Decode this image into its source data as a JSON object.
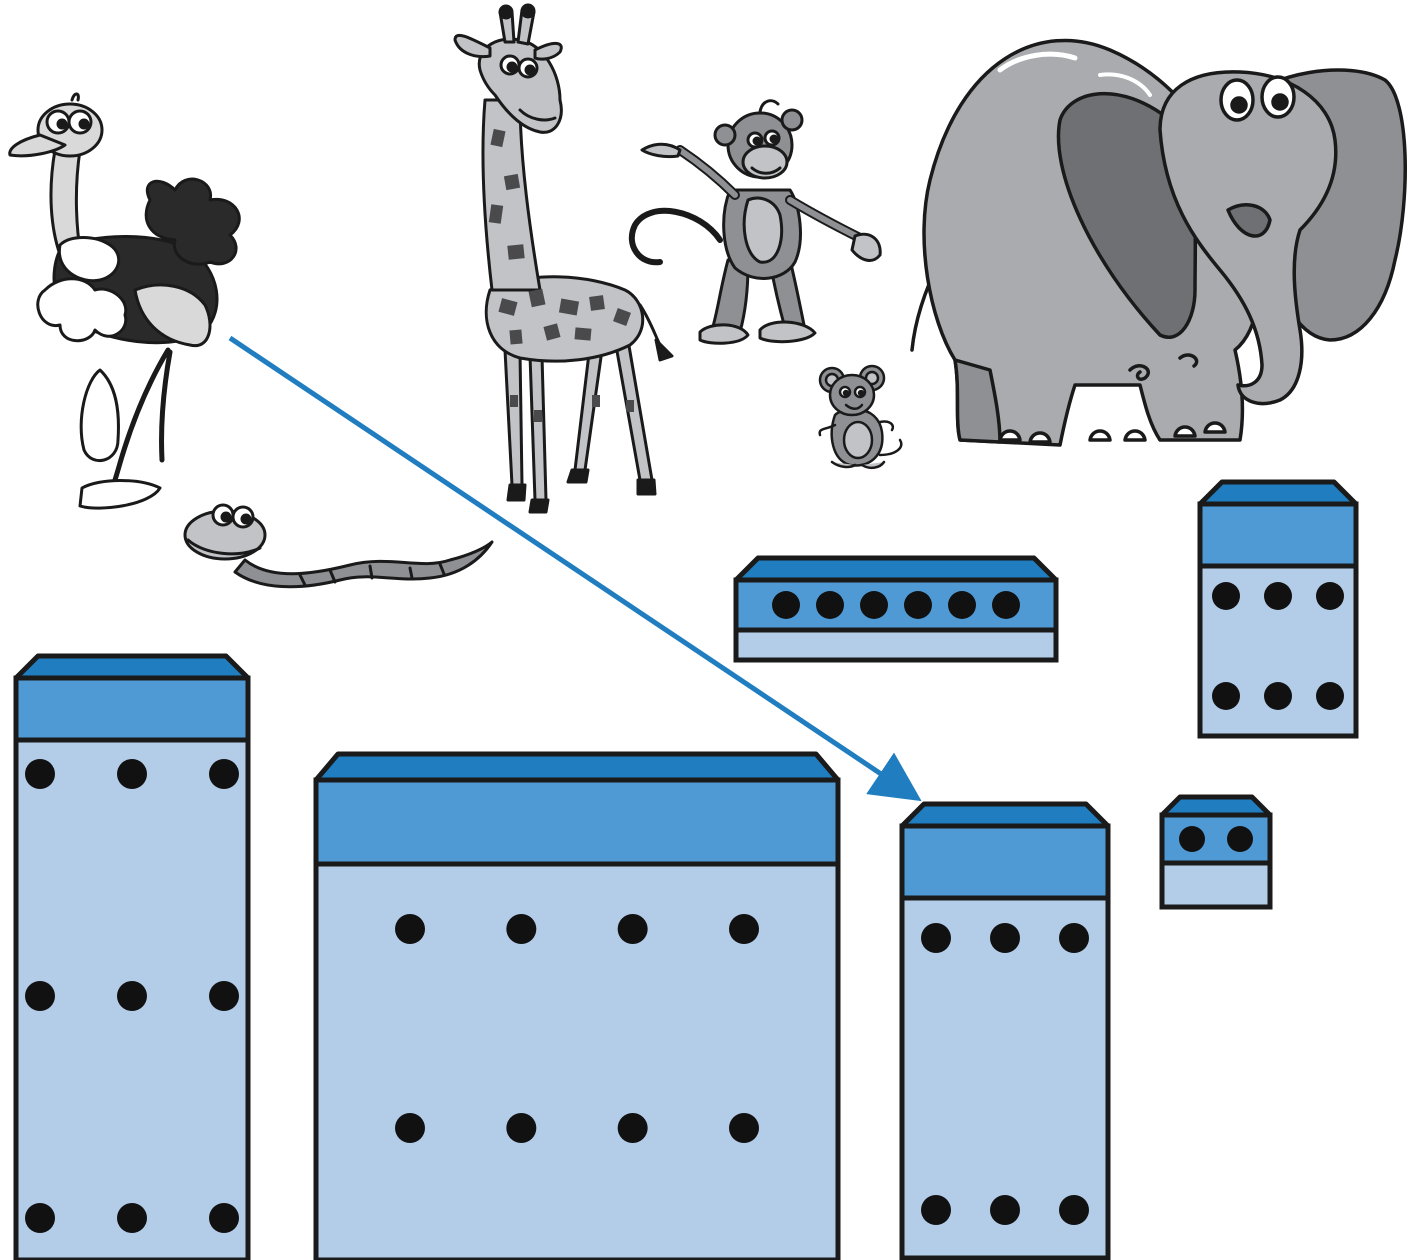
{
  "colors": {
    "background": "#ffffff",
    "crate_top": "#1f7dc0",
    "crate_band": "#4f9ad4",
    "crate_body": "#b3cce8",
    "outline": "#1a1a1a",
    "hole": "#111111",
    "arrow": "#1f7dc0",
    "animal_dark": "#5f6063",
    "animal_mid": "#8e9094",
    "animal_light": "#c1c3c6",
    "animal_white": "#ffffff"
  },
  "animals": [
    {
      "id": "ostrich",
      "icon": "ostrich-icon"
    },
    {
      "id": "snake",
      "icon": "snake-icon"
    },
    {
      "id": "giraffe",
      "icon": "giraffe-icon"
    },
    {
      "id": "monkey",
      "icon": "monkey-icon"
    },
    {
      "id": "mouse",
      "icon": "mouse-icon"
    },
    {
      "id": "elephant",
      "icon": "elephant-icon"
    }
  ],
  "crates": [
    {
      "id": "tall-left",
      "holes": 9,
      "hole_rows": 3,
      "hole_cols": 3
    },
    {
      "id": "large-center",
      "holes": 8,
      "hole_rows": 2,
      "hole_cols": 4
    },
    {
      "id": "medium-target",
      "holes": 6,
      "hole_rows": 2,
      "hole_cols": 3
    },
    {
      "id": "flat-long",
      "holes": 6,
      "hole_rows": 1,
      "hole_cols": 6
    },
    {
      "id": "medium-right",
      "holes": 6,
      "hole_rows": 2,
      "hole_cols": 3
    },
    {
      "id": "small-right",
      "holes": 2,
      "hole_rows": 1,
      "hole_cols": 2
    }
  ],
  "arrow": {
    "from": "ostrich",
    "to": "medium-target"
  }
}
